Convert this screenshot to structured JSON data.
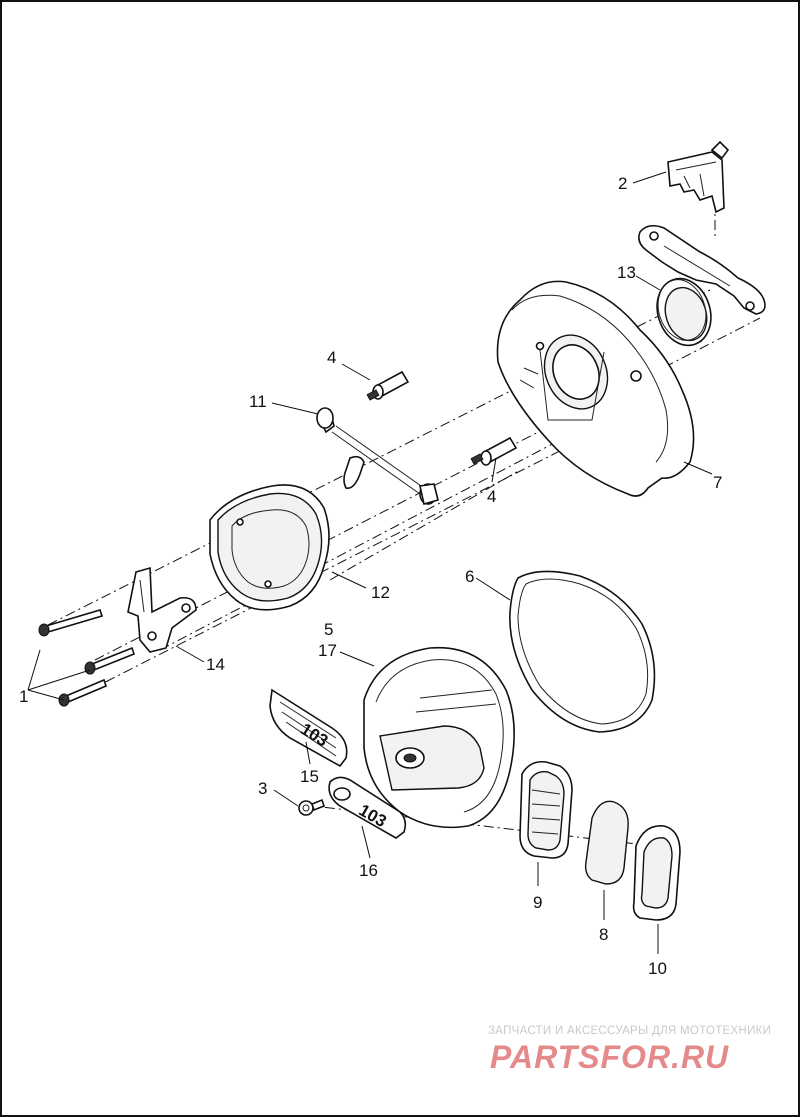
{
  "callouts": {
    "c1": "1",
    "c2": "2",
    "c3": "3",
    "c4a": "4",
    "c4b": "4",
    "c5": "5",
    "c6": "6",
    "c7": "7",
    "c8": "8",
    "c9": "9",
    "c10": "10",
    "c11": "11",
    "c12": "12",
    "c13": "13",
    "c14": "14",
    "c15": "15",
    "c16": "16",
    "c17": "17"
  },
  "embossed_badge_text": "103",
  "watermark": {
    "tagline": "ЗАПЧАСТИ И АКСЕССУАРЫ ДЛЯ МОТОТЕХНИКИ",
    "brand": "PARTSFOR.RU",
    "brand_color": "#e58a8a"
  }
}
